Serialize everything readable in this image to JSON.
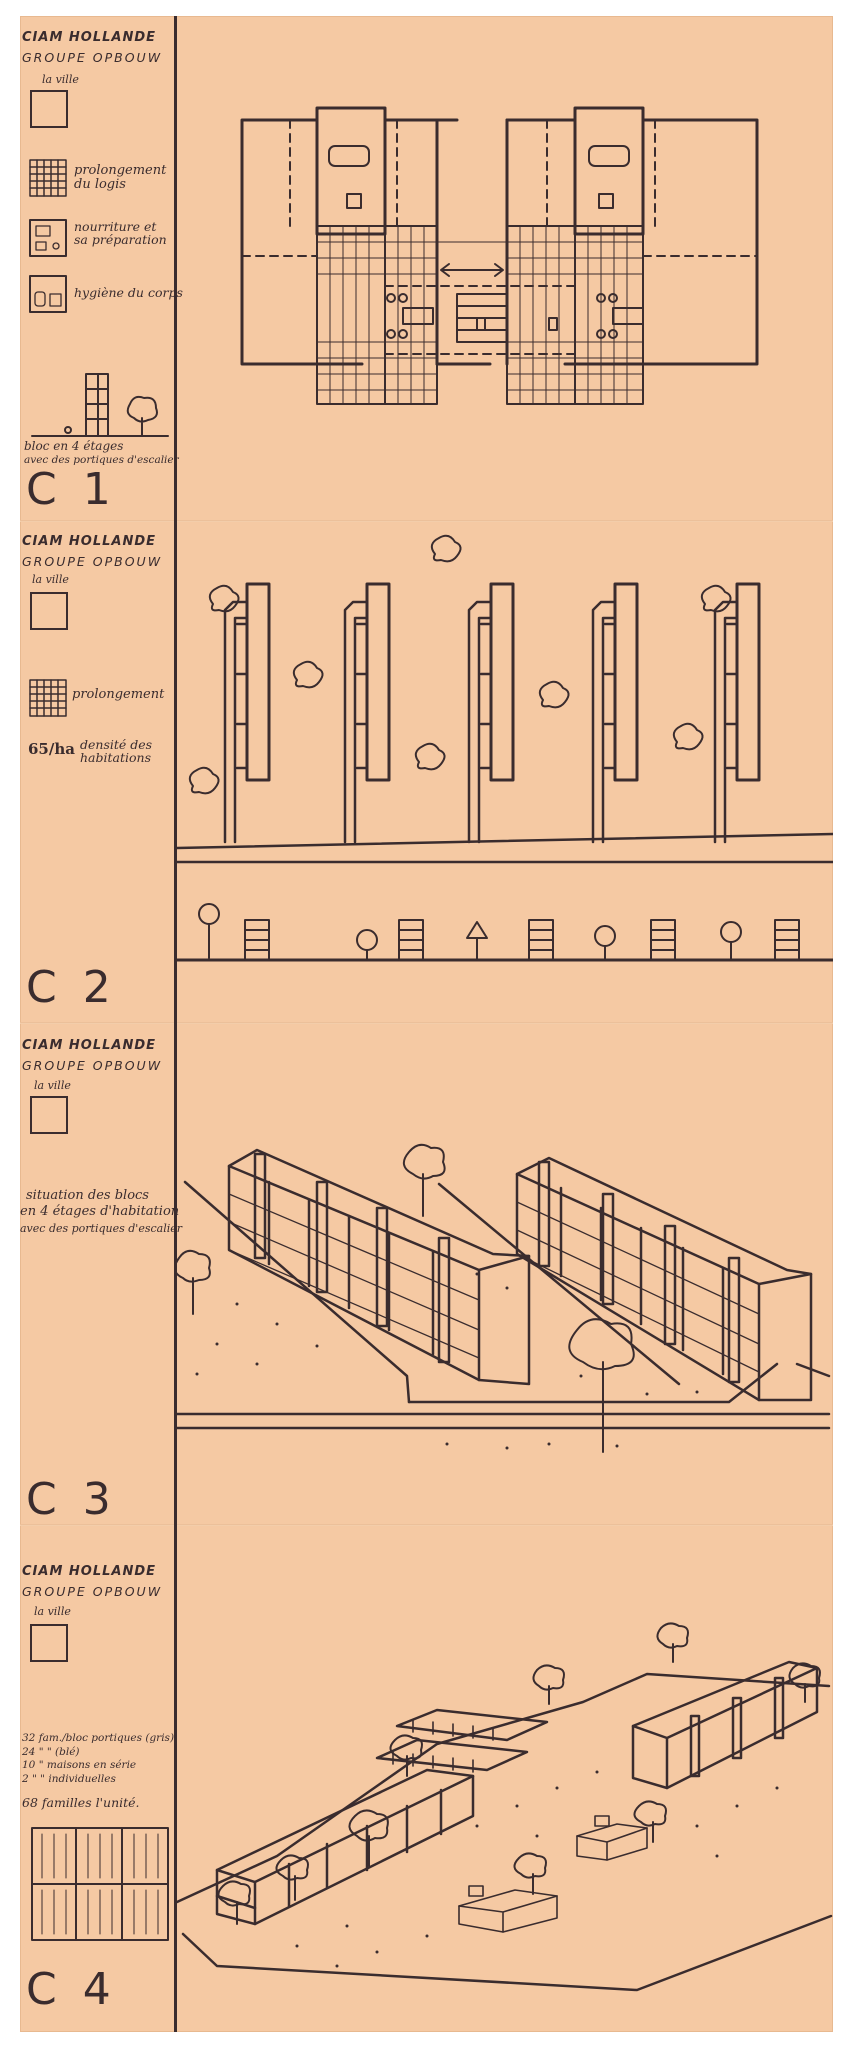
{
  "panels": [
    {
      "id": "C1",
      "header_line1": "CIAM HOLLANDE",
      "header_line2": "GROUPE OPBOUW",
      "legend": {
        "la_ville": "la ville",
        "prolongement_line1": "prolongement",
        "prolongement_line2": "du logis",
        "nourriture_line1": "nourriture et",
        "nourriture_line2": "sa préparation",
        "hygiene": "hygiène du corps",
        "bloc_line1": "bloc en 4 étages",
        "bloc_line2": "avec des portiques d'escalier"
      },
      "code": "C 1"
    },
    {
      "id": "C2",
      "header_line1": "CIAM HOLLANDE",
      "header_line2": "GROUPE OPBOUW",
      "legend": {
        "la_ville": "la ville",
        "prolongement": "prolongement",
        "density_value": "65/ha",
        "density_line1": "densité des",
        "density_line2": "habitations"
      },
      "code": "C 2"
    },
    {
      "id": "C3",
      "header_line1": "CIAM HOLLANDE",
      "header_line2": "GROUPE OPBOUW",
      "legend": {
        "la_ville": "la ville",
        "situation_line1": "situation des blocs",
        "situation_line2": "en 4 étages d'habitation",
        "situation_line3": "avec des portiques d'escalier"
      },
      "code": "C 3"
    },
    {
      "id": "C4",
      "header_line1": "CIAM HOLLANDE",
      "header_line2": "GROUPE OPBOUW",
      "legend": {
        "la_ville": "la ville",
        "stat1": "32 fam./bloc portiques (gris)",
        "stat2": "24  \"      \"     (blé)",
        "stat3": "10  \"    maisons en série",
        "stat4": "2   \"        \"   individuelles",
        "stat5": "68 familles  l'unité."
      },
      "code": "C 4"
    }
  ],
  "colors": {
    "paper": "#f5c9a3",
    "ink": "#3a2c2e"
  }
}
